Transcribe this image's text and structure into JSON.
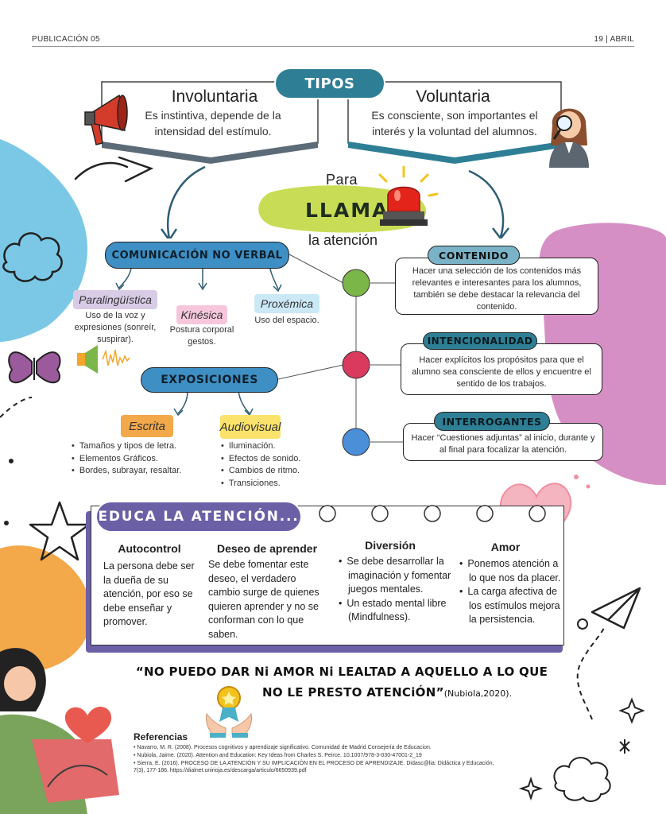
{
  "header": {
    "left": "PUBLICACIÓN 05",
    "right": "19 | ABRIL"
  },
  "tipos": {
    "title": "TIPOS",
    "involuntaria": {
      "title": "Involuntaria",
      "text": "Es instintiva, depende de la intensidad del estímulo."
    },
    "voluntaria": {
      "title": "Voluntaria",
      "text": "Es consciente, son importantes el interés y la voluntad del alumnos."
    }
  },
  "llamar": {
    "pre": "Para",
    "main": "LLAMAR",
    "post": "la atención"
  },
  "comunicacion": {
    "title": "COMUNICACIÓN NO VERBAL",
    "items": [
      {
        "label": "Paralingüística",
        "desc": "Uso de la voz y expresiones (sonreír, suspirar)."
      },
      {
        "label": "Kinésica",
        "desc": "Postura corporal gestos."
      },
      {
        "label": "Proxémica",
        "desc": "Uso del espacio."
      }
    ]
  },
  "exposiciones": {
    "title": "EXPOSICIONES",
    "escrita": {
      "label": "Escrita",
      "items": [
        "Tamaños y tipos de letra.",
        "Elementos Gráficos.",
        "Bordes, subrayar, resaltar."
      ]
    },
    "audiovisual": {
      "label": "Audiovisual",
      "items": [
        "Iluminación.",
        "Efectos de sonido.",
        "Cambios de ritmo.",
        "Transiciones."
      ]
    }
  },
  "right": {
    "contenido": {
      "title": "CONTENIDO",
      "text": "Hacer una selección de los contenidos más relevantes e interesantes para los alumnos, también se debe destacar la relevancia del contenido."
    },
    "intencionalidad": {
      "title": "INTENCIONALIDAD",
      "text": "Hacer explícitos los propósitos para que el alumno sea consciente de ellos y encuentre el sentido de los trabajos."
    },
    "interrogantes": {
      "title": "INTERROGANTES",
      "text": "Hacer “Cuestiones adjuntas” al inicio, durante y al final para focalizar la atención."
    }
  },
  "educa": {
    "title": "EDUCA LA ATENCIÓN...",
    "autocontrol": {
      "title": "Autocontrol",
      "text": "La persona debe ser la dueña de su atención, por eso se debe enseñar y promover."
    },
    "deseo": {
      "title": "Deseo de aprender",
      "text": "Se debe fomentar este deseo, el verdadero cambio surge de quienes quieren aprender y no se conforman con lo que saben."
    },
    "diversion": {
      "title": "Diversión",
      "items": [
        "Se debe desarrollar la imaginación y fomentar juegos mentales.",
        "Un estado mental libre (Mindfulness)."
      ]
    },
    "amor": {
      "title": "Amor",
      "items": [
        "Ponemos atención a lo que nos da placer.",
        "La carga afectiva de los estímulos mejora la persistencia."
      ]
    }
  },
  "quote": {
    "line1": "“NO PUEDO DAR Ni AMOR Ni LEALTAD A AQUELLO A LO QUE",
    "line2": "NO LE PRESTO ATENCiÓN”",
    "cite": "(Nubiola,2020)."
  },
  "referencias": {
    "title": "Referencias",
    "items": [
      "Navarro, M. R. (2008). Procesos cognitivos y aprendizaje significativo. Comunidad de Madrid Consejería de Educacion.",
      "Nubiola, Jaime. (2020). Attention and Education: Key Ideas from Charles S. Peirce. 10.1007/978-3-030-47001-2_19",
      "Sierra, E. (2016). PROCESO DE LA ATENCIÓN Y SU IMPLICACIÓN EN EL PROCESO DE APRENDIZAJE. Didasc@lia: Didáctica y Educación, 7(3), 177-186. https://dialnet.unirioja.es/descarga/articulo/6650939.pdf"
    ]
  },
  "colors": {
    "teal": "#2e7f95",
    "blue": "#3d8fc4",
    "lime": "#c9dc55",
    "green": "#7ab648",
    "crimson": "#d93a5e",
    "dot_blue": "#4a8fd8",
    "purple": "#6b5fa6",
    "pink_blob": "#d68fc4",
    "sky_blob": "#7bc8e6",
    "orange_blob": "#f3a84a"
  }
}
